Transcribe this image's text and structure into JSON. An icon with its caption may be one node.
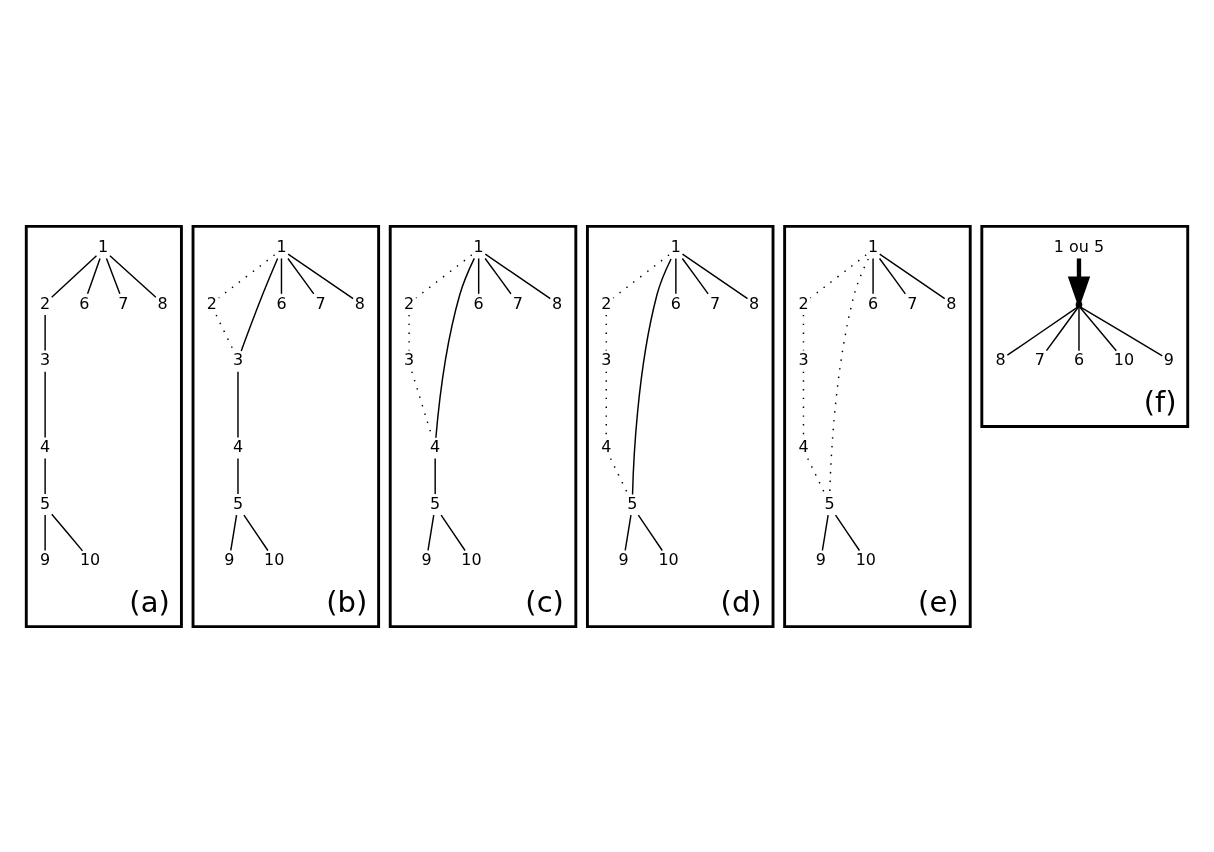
{
  "diagram": {
    "nodes": [
      {
        "text": [
          "(a)"
        ]
      },
      {
        "text": [
          "1"
        ],
        "in": 0
      },
      {
        "text": [
          "2"
        ],
        "in": 0
      },
      {
        "text": [
          "3"
        ],
        "in": 0
      },
      {
        "text": [
          "4"
        ],
        "in": 0
      },
      {
        "text": [
          "5"
        ],
        "in": 0
      },
      {
        "text": [
          "6"
        ],
        "in": 0
      },
      {
        "text": [
          "7"
        ],
        "in": 0
      },
      {
        "text": [
          "8"
        ],
        "in": 0
      },
      {
        "text": [
          "9"
        ],
        "in": 0
      },
      {
        "text": [
          "10"
        ],
        "in": 0
      },
      {
        "text": [
          "(b)"
        ]
      },
      {
        "text": [
          "1"
        ],
        "in": 11
      },
      {
        "text": [
          "2"
        ],
        "in": 11
      },
      {
        "text": [
          "3"
        ],
        "in": 11
      },
      {
        "text": [
          "4"
        ],
        "in": 11
      },
      {
        "text": [
          "5"
        ],
        "in": 11
      },
      {
        "text": [
          "6"
        ],
        "in": 11
      },
      {
        "text": [
          "7"
        ],
        "in": 11
      },
      {
        "text": [
          "8"
        ],
        "in": 11
      },
      {
        "text": [
          "9"
        ],
        "in": 11
      },
      {
        "text": [
          "10"
        ],
        "in": 11
      },
      {
        "text": [
          "(c)"
        ]
      },
      {
        "text": [
          "1"
        ],
        "in": 22
      },
      {
        "text": [
          "2"
        ],
        "in": 22
      },
      {
        "text": [
          "3"
        ],
        "in": 22
      },
      {
        "text": [
          "4"
        ],
        "in": 22
      },
      {
        "text": [
          "5"
        ],
        "in": 22
      },
      {
        "text": [
          "6"
        ],
        "in": 22
      },
      {
        "text": [
          "7"
        ],
        "in": 22
      },
      {
        "text": [
          "8"
        ],
        "in": 22
      },
      {
        "text": [
          "9"
        ],
        "in": 22
      },
      {
        "text": [
          "10"
        ],
        "in": 22
      },
      {
        "text": [
          "(d)"
        ]
      },
      {
        "text": [
          "1"
        ],
        "in": 33
      },
      {
        "text": [
          "2"
        ],
        "in": 33
      },
      {
        "text": [
          "3"
        ],
        "in": 33
      },
      {
        "text": [
          "4"
        ],
        "in": 33
      },
      {
        "text": [
          "5"
        ],
        "in": 33
      },
      {
        "text": [
          "6"
        ],
        "in": 33
      },
      {
        "text": [
          "7"
        ],
        "in": 33
      },
      {
        "text": [
          "8"
        ],
        "in": 33
      },
      {
        "text": [
          "9"
        ],
        "in": 33
      },
      {
        "text": [
          "10"
        ],
        "in": 33
      },
      {
        "text": [
          "(e)"
        ]
      },
      {
        "text": [
          "1"
        ],
        "in": 44
      },
      {
        "text": [
          "2"
        ],
        "in": 44
      },
      {
        "text": [
          "3"
        ],
        "in": 44
      },
      {
        "text": [
          "4"
        ],
        "in": 44
      },
      {
        "text": [
          "5"
        ],
        "in": 44
      },
      {
        "text": [
          "6"
        ],
        "in": 44
      },
      {
        "text": [
          "7"
        ],
        "in": 44
      },
      {
        "text": [
          "8"
        ],
        "in": 44
      },
      {
        "text": [
          "9"
        ],
        "in": 44
      },
      {
        "text": [
          "10"
        ],
        "in": 44
      },
      {
        "text": [
          "(f)"
        ]
      },
      {
        "text": [
          "8"
        ],
        "in": 55
      },
      {
        "text": [
          "7"
        ],
        "in": 55
      },
      {
        "text": [
          "6"
        ],
        "in": 55
      },
      {
        "text": [
          "10"
        ],
        "in": 55
      },
      {
        "text": [
          "9"
        ],
        "in": 55
      },
      {
        "text": [],
        "shape": "point",
        "in": 55
      },
      {
        "text": [
          "1 ou 5"
        ],
        "in": 55
      }
    ],
    "edges": [
      {
        "from": 1,
        "to": 8,
        "arrow": "none"
      },
      {
        "from": 1,
        "to": 7,
        "arrow": "none"
      },
      {
        "from": 1,
        "to": 6,
        "arrow": "none"
      },
      {
        "from": 1,
        "to": 2,
        "arrow": "none"
      },
      {
        "from": 2,
        "to": 3,
        "arrow": "none"
      },
      {
        "from": 3,
        "to": 4,
        "arrow": "none"
      },
      {
        "from": 4,
        "to": 5,
        "arrow": "none"
      },
      {
        "from": 5,
        "to": 10,
        "arrow": "none"
      },
      {
        "from": 5,
        "to": 9,
        "arrow": "none"
      },
      {
        "from": 12,
        "to": 19,
        "arrow": "none"
      },
      {
        "from": 12,
        "to": 18,
        "arrow": "none"
      },
      {
        "from": 12,
        "to": 17,
        "arrow": "none"
      },
      {
        "from": 12,
        "to": 13,
        "arrow": "none",
        "style": "dashed"
      },
      {
        "from": 13,
        "to": 14,
        "arrow": "none",
        "style": "dashed"
      },
      {
        "from": 12,
        "to": 14,
        "arrow": "none"
      },
      {
        "from": 14,
        "to": 15,
        "arrow": "none"
      },
      {
        "from": 15,
        "to": 16,
        "arrow": "none"
      },
      {
        "from": 16,
        "to": 21,
        "arrow": "none"
      },
      {
        "from": 16,
        "to": 20,
        "arrow": "none"
      },
      {
        "from": 23,
        "to": 30,
        "arrow": "none"
      },
      {
        "from": 23,
        "to": 29,
        "arrow": "none"
      },
      {
        "from": 23,
        "to": 28,
        "arrow": "none"
      },
      {
        "from": 23,
        "to": 24,
        "arrow": "none",
        "style": "dashed"
      },
      {
        "from": 24,
        "to": 25,
        "arrow": "none",
        "style": "dashed"
      },
      {
        "from": 25,
        "to": 26,
        "arrow": "none",
        "style": "dashed"
      },
      {
        "from": 23,
        "to": 26,
        "arrow": "none"
      },
      {
        "from": 26,
        "to": 27,
        "arrow": "none"
      },
      {
        "from": 27,
        "to": 32,
        "arrow": "none"
      },
      {
        "from": 27,
        "to": 31,
        "arrow": "none"
      },
      {
        "from": 34,
        "to": 41,
        "arrow": "none"
      },
      {
        "from": 34,
        "to": 40,
        "arrow": "none"
      },
      {
        "from": 34,
        "to": 39,
        "arrow": "none"
      },
      {
        "from": 34,
        "to": 35,
        "arrow": "none",
        "style": "dashed"
      },
      {
        "from": 35,
        "to": 36,
        "arrow": "none",
        "style": "dashed"
      },
      {
        "from": 36,
        "to": 37,
        "arrow": "none",
        "style": "dashed"
      },
      {
        "from": 37,
        "to": 38,
        "arrow": "none",
        "style": "dashed"
      },
      {
        "from": 34,
        "to": 38,
        "arrow": "none"
      },
      {
        "from": 38,
        "to": 43,
        "arrow": "none"
      },
      {
        "from": 38,
        "to": 42,
        "arrow": "none"
      },
      {
        "from": 45,
        "to": 52,
        "arrow": "none"
      },
      {
        "from": 45,
        "to": 51,
        "arrow": "none"
      },
      {
        "from": 45,
        "to": 50,
        "arrow": "none"
      },
      {
        "from": 45,
        "to": 46,
        "arrow": "none",
        "style": "dashed"
      },
      {
        "from": 46,
        "to": 47,
        "arrow": "none",
        "style": "dashed"
      },
      {
        "from": 47,
        "to": 48,
        "arrow": "none",
        "style": "dashed"
      },
      {
        "from": 48,
        "to": 49,
        "arrow": "none",
        "style": "dashed"
      },
      {
        "from": 45,
        "to": 49,
        "arrow": "none",
        "style": "dashed"
      },
      {
        "from": 49,
        "to": 54,
        "arrow": "none"
      },
      {
        "from": 49,
        "to": 53,
        "arrow": "none"
      },
      {
        "from": 61,
        "to": 56,
        "arrow": "none"
      },
      {
        "from": 61,
        "to": 57,
        "arrow": "none"
      },
      {
        "from": 61,
        "to": 58,
        "arrow": "none"
      },
      {
        "from": 61,
        "to": 59,
        "arrow": "none"
      },
      {
        "from": 61,
        "to": 60,
        "arrow": "none"
      },
      {
        "from": 62,
        "to": 61,
        "arrow": "to",
        "style": "thick"
      }
    ]
  }
}
